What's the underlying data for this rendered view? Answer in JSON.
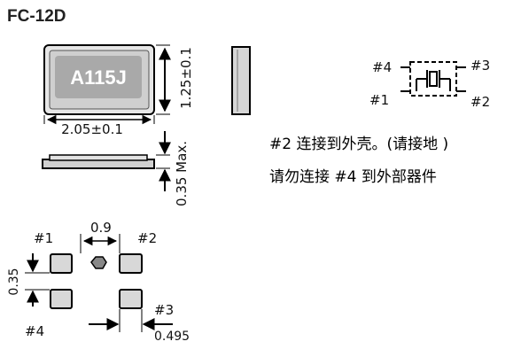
{
  "title": "FC-12D",
  "top_view": {
    "marking": "A115J",
    "width_dim": "2.05±0.1",
    "height_dim": "1.25±0.1"
  },
  "side_view": {
    "height_dim": "0.35 Max."
  },
  "schematic": {
    "pin_tl": "#4",
    "pin_tr": "#3",
    "pin_bl": "#1",
    "pin_br": "#2"
  },
  "notes": {
    "line1": "#2  连接到外壳。(请接地 )",
    "line2": "请勿连接  #4 到外部器件"
  },
  "footprint": {
    "pitch_dim": "0.9",
    "pad_height_dim": "0.35",
    "pad_width_dim": "0.495",
    "pin1": "#1",
    "pin2": "#2",
    "pin3": "#3",
    "pin4": "#4"
  },
  "colors": {
    "body": "#d9d9d9",
    "face": "#c8c8c8",
    "marking_bg": "#b0b0b0",
    "line": "#000000"
  }
}
